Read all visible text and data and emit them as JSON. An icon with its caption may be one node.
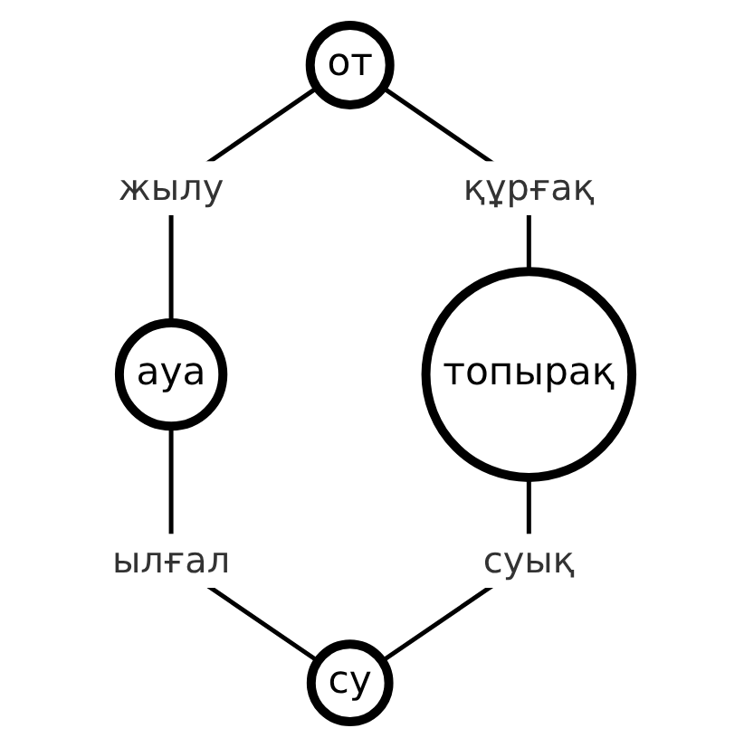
{
  "diagram": {
    "nodes": [
      {
        "text": [
          "от"
        ]
      },
      {
        "text": [
          "ауа"
        ]
      },
      {
        "text": [
          "топырақ"
        ]
      },
      {
        "text": [
          "су"
        ]
      }
    ],
    "edges": [
      {
        "from": 0,
        "to": 1,
        "arrow": "none",
        "label": "жылу"
      },
      {
        "from": 0,
        "to": 2,
        "arrow": "none",
        "label": "құрғақ"
      },
      {
        "from": 1,
        "to": 3,
        "arrow": "none",
        "label": "ылғал"
      },
      {
        "from": 2,
        "to": 3,
        "arrow": "none",
        "label": "суық"
      }
    ]
  }
}
